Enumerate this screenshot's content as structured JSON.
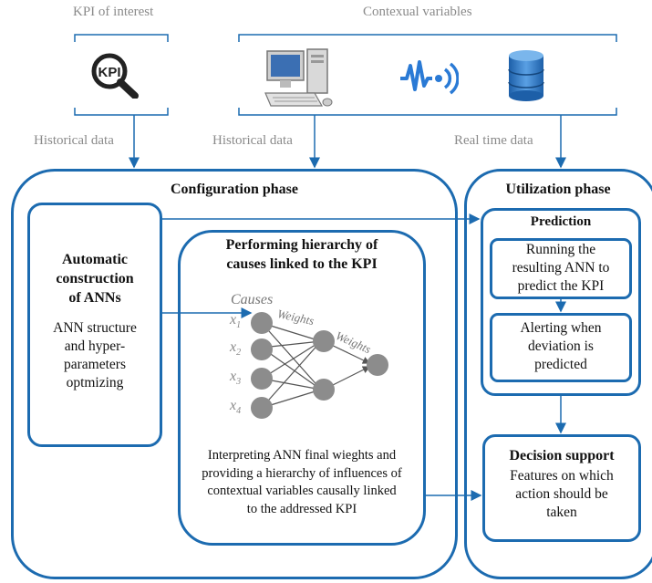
{
  "top": {
    "kpi_of_interest": "KPI of interest",
    "contextual_variables": "Contexual variables",
    "kpi_icon_text": "KPI"
  },
  "data_sources": {
    "historical_1": "Historical data",
    "historical_2": "Historical data",
    "real_time": "Real time data"
  },
  "configuration": {
    "title": "Configuration phase",
    "auto": {
      "title_line1": "Automatic",
      "title_line2": "construction",
      "title_line3": "of ANNs",
      "body_line1": "ANN structure",
      "body_line2": "and hyper-",
      "body_line3": "parameters",
      "body_line4": "optmizing"
    },
    "hierarchy": {
      "title_line1": "Performing hierarchy of",
      "title_line2": "causes linked to the KPI",
      "desc_line1": "Interpreting ANN final wieghts and",
      "desc_line2": "providing a hierarchy of influences of",
      "desc_line3": "contextual variables causally linked",
      "desc_line4": "to the addressed KPI"
    },
    "network": {
      "causes": "Causes",
      "weights1": "Weights",
      "weights2": "Weights",
      "x1": "x",
      "x1_sub": "1",
      "x2": "x",
      "x2_sub": "2",
      "x3": "x",
      "x3_sub": "3",
      "x4": "x",
      "x4_sub": "4"
    }
  },
  "utilization": {
    "title": "Utilization phase",
    "prediction": {
      "title": "Prediction",
      "running_line1": "Running the",
      "running_line2": "resulting ANN to",
      "running_line3": "predict the KPI",
      "alert_line1": "Alerting when",
      "alert_line2": "deviation is",
      "alert_line3": "predicted"
    },
    "decision": {
      "title": "Decision support",
      "body_line1": "Features on which",
      "body_line2": "action should be",
      "body_line3": "taken"
    }
  },
  "colors": {
    "accent": "#1c6bb0",
    "neuron": "#8c8c8c",
    "label_gray": "#8a8a8a"
  }
}
